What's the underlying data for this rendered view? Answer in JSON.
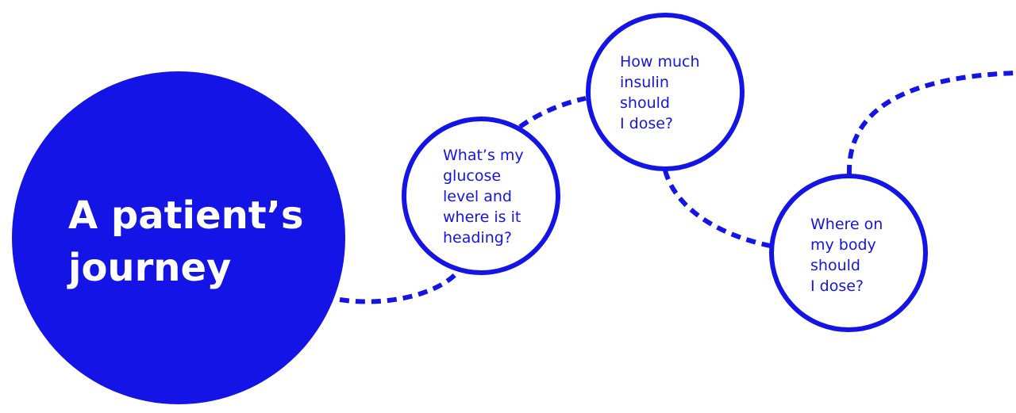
{
  "title": {
    "lines": [
      "A patient’s",
      "journey"
    ]
  },
  "steps": [
    {
      "id": "glucose",
      "lines": [
        "What’s my",
        "glucose",
        "level and",
        "where is it",
        "heading?"
      ]
    },
    {
      "id": "insulin",
      "lines": [
        "How much",
        "insulin",
        "should",
        "I dose?"
      ]
    },
    {
      "id": "body",
      "lines": [
        "Where on",
        "my body",
        "should",
        "I dose?"
      ]
    }
  ],
  "colors": {
    "accent": "#1414e6",
    "background": "#ffffff",
    "title_text": "#ffffff"
  }
}
